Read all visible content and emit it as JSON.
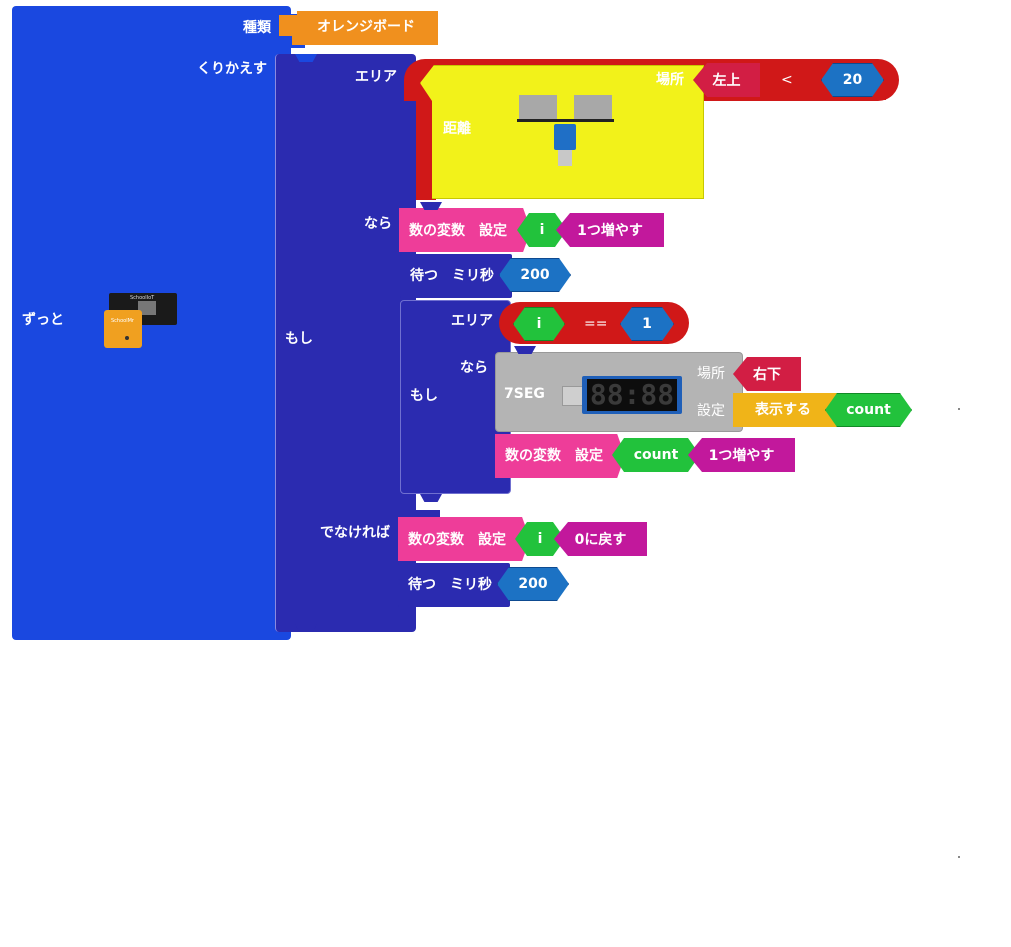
{
  "forever": {
    "label": "ずっと"
  },
  "board_type": {
    "label": "種類",
    "value": "オレンジボード"
  },
  "repeat": {
    "label": "くりかえす"
  },
  "outer_if": {
    "label": "もし",
    "area_label": "エリア",
    "then_label": "なら",
    "else_label": "でなければ",
    "condition": {
      "sensor_label": "距離",
      "position_label": "場所",
      "position_value": "左上",
      "operator": "<",
      "value": "20"
    }
  },
  "then_blocks": {
    "var_set_1": {
      "label": "数の変数　設定",
      "var": "i",
      "action": "1つ増やす"
    },
    "wait_1": {
      "label": "待つ　ミリ秒",
      "value": "200"
    },
    "inner_if": {
      "label": "もし",
      "area_label": "エリア",
      "then_label": "なら",
      "condition": {
        "left": "i",
        "operator": "==",
        "right": "1"
      },
      "seg": {
        "label": "7SEG",
        "position_label": "場所",
        "position_value": "右下",
        "setting_label": "設定",
        "setting_value": "表示する",
        "var": "count",
        "display": "88:88"
      },
      "var_set_count": {
        "label": "数の変数　設定",
        "var": "count",
        "action": "1つ増やす"
      }
    }
  },
  "else_blocks": {
    "var_set_reset": {
      "label": "数の変数　設定",
      "var": "i",
      "action": "0に戻す"
    },
    "wait_2": {
      "label": "待つ　ミリ秒",
      "value": "200"
    }
  },
  "colors": {
    "forever": "#1a48e0",
    "control": "#2b2bb0",
    "orange": "#f0901e",
    "red": "#d01818",
    "yellow": "#f2f21a",
    "pink": "#ee3d99",
    "magenta": "#c2189c",
    "green": "#22c23c",
    "blue": "#1c72c4",
    "crimson": "#d21e44",
    "gold": "#f0b418",
    "gray": "#b4b4b4"
  }
}
